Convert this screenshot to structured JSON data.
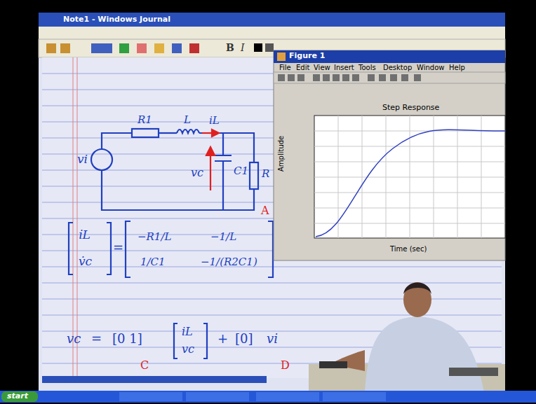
{
  "diagram": {
    "labels": [
      "Note1 - Windows Journal",
      "B",
      "I",
      "Figure 1",
      "File",
      "Edit",
      "View",
      "Insert",
      "Tools",
      "Desktop",
      "Window",
      "Help",
      "Step Response",
      "Time (sec)",
      "Amplitude",
      "R1",
      "L",
      "iL",
      "vi",
      "vc",
      "C1",
      "R",
      "A",
      "i̇L",
      "v̇c",
      "=",
      "−R1/L",
      "−1/L",
      "1/C1",
      "−1/(R2C1)",
      "vc",
      "=",
      "[0 1]",
      "iL",
      "vc",
      "+",
      "[0]",
      "vi",
      "C",
      "D",
      "start"
    ]
  }
}
